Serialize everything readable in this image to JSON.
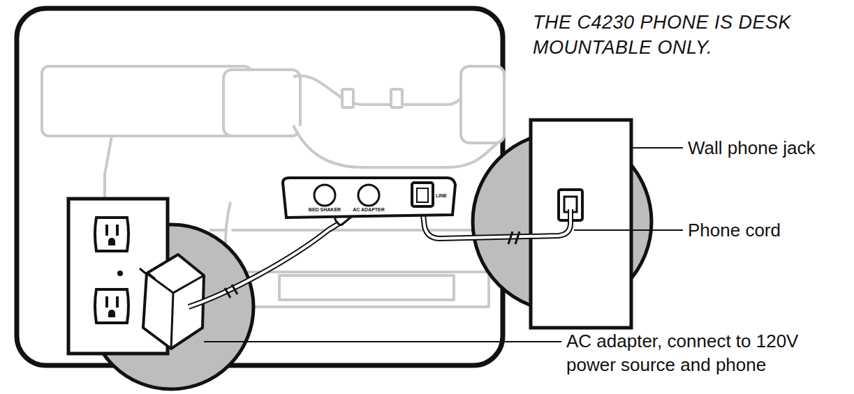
{
  "diagram": {
    "title": "THE C4230 PHONE IS DESK MOUNTABLE ONLY.",
    "labels": [
      "BED SHAKER",
      "AC ADAPTER",
      "LINE",
      "Wall phone jack",
      "Phone cord",
      "AC adapter, connect to 120V power source and phone"
    ]
  }
}
